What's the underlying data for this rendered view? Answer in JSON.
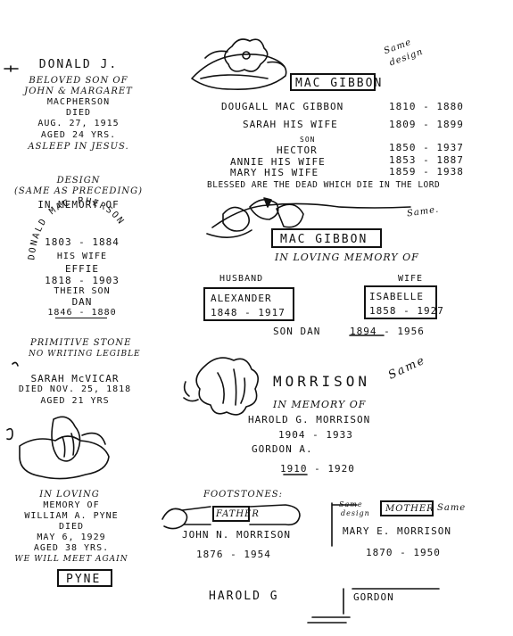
{
  "left_column": {
    "donald": {
      "name": "DONALD J.",
      "lines": [
        "BELOVED SON OF",
        "JOHN & MARGARET",
        "MACPHERSON",
        "DIED",
        "AUG. 27, 1915",
        "AGED 24 YRS.",
        "ASLEEP IN JESUS."
      ]
    },
    "design_note": [
      "DESIGN",
      "(SAME AS PRECEDING)",
      "IN MEMORY OF"
    ],
    "arc_name": "DONALD MAC PHERSON",
    "macpherson": [
      "1803 - 1884",
      "HIS WIFE",
      "EFFIE",
      "1818 - 1903",
      "THEIR SON",
      "DAN",
      "1846 - 1880"
    ],
    "primitive": [
      "PRIMITIVE STONE",
      "NO WRITING LEGIBLE"
    ],
    "sarah": [
      "SARAH McVICAR",
      "DIED NOV. 25, 1818",
      "AGED 21 YRS"
    ],
    "pyne": [
      "IN LOVING",
      "MEMORY OF",
      "WILLIAM A. PYNE",
      "DIED",
      "MAY 6, 1929",
      "AGED 38 YRS.",
      "WE WILL MEET AGAIN"
    ],
    "pyne_box": "PYNE"
  },
  "macgibbon1": {
    "note": [
      "Same",
      "design"
    ],
    "title": "MAC GIBBON",
    "rows": [
      {
        "name": "DOUGALL MAC GIBBON",
        "dates": "1810 - 1880"
      },
      {
        "name": "SARAH  HIS WIFE",
        "dates": "1809 - 1899"
      },
      {
        "name": "HECTOR",
        "dates": "1850 - 1937"
      },
      {
        "name": "ANNIE  HIS WIFE",
        "dates": "1853 - 1887"
      },
      {
        "name": "MARY  HIS WIFE",
        "dates": "1859 - 1938"
      }
    ],
    "son_label": "SON",
    "verse": "BLESSED ARE THE DEAD WHICH DIE IN THE LORD"
  },
  "macgibbon2": {
    "note": "Same.",
    "title": "MAC GIBBON",
    "memory": "IN LOVING MEMORY OF",
    "husband_label": "HUSBAND",
    "wife_label": "WIFE",
    "husband": {
      "name": "ALEXANDER",
      "dates": "1848 - 1917"
    },
    "wife": {
      "name": "ISABELLE",
      "dates": "1858 - 1927"
    },
    "son": "SON DAN",
    "son_dates": "1894 - 1956"
  },
  "morrison": {
    "title": "MORRISON",
    "note": "Same",
    "lines": [
      "IN MEMORY OF",
      "HAROLD G. MORRISON",
      "1904 - 1933",
      "GORDON  A.",
      "1910 - 1920"
    ]
  },
  "footstones": {
    "label": "FOOTSTONES:",
    "father": "FATHER",
    "mother": "MOTHER",
    "note_left": [
      "Same",
      "design"
    ],
    "note_right": "Same",
    "john": "JOHN N. MORRISON",
    "john_dates": "1876 - 1954",
    "mary": "MARY E. MORRISON",
    "mary_dates": "1870 - 1950",
    "harold": "HAROLD G",
    "gordon": "GORDON"
  },
  "colors": {
    "ink": "#111111",
    "paper": "#ffffff"
  }
}
